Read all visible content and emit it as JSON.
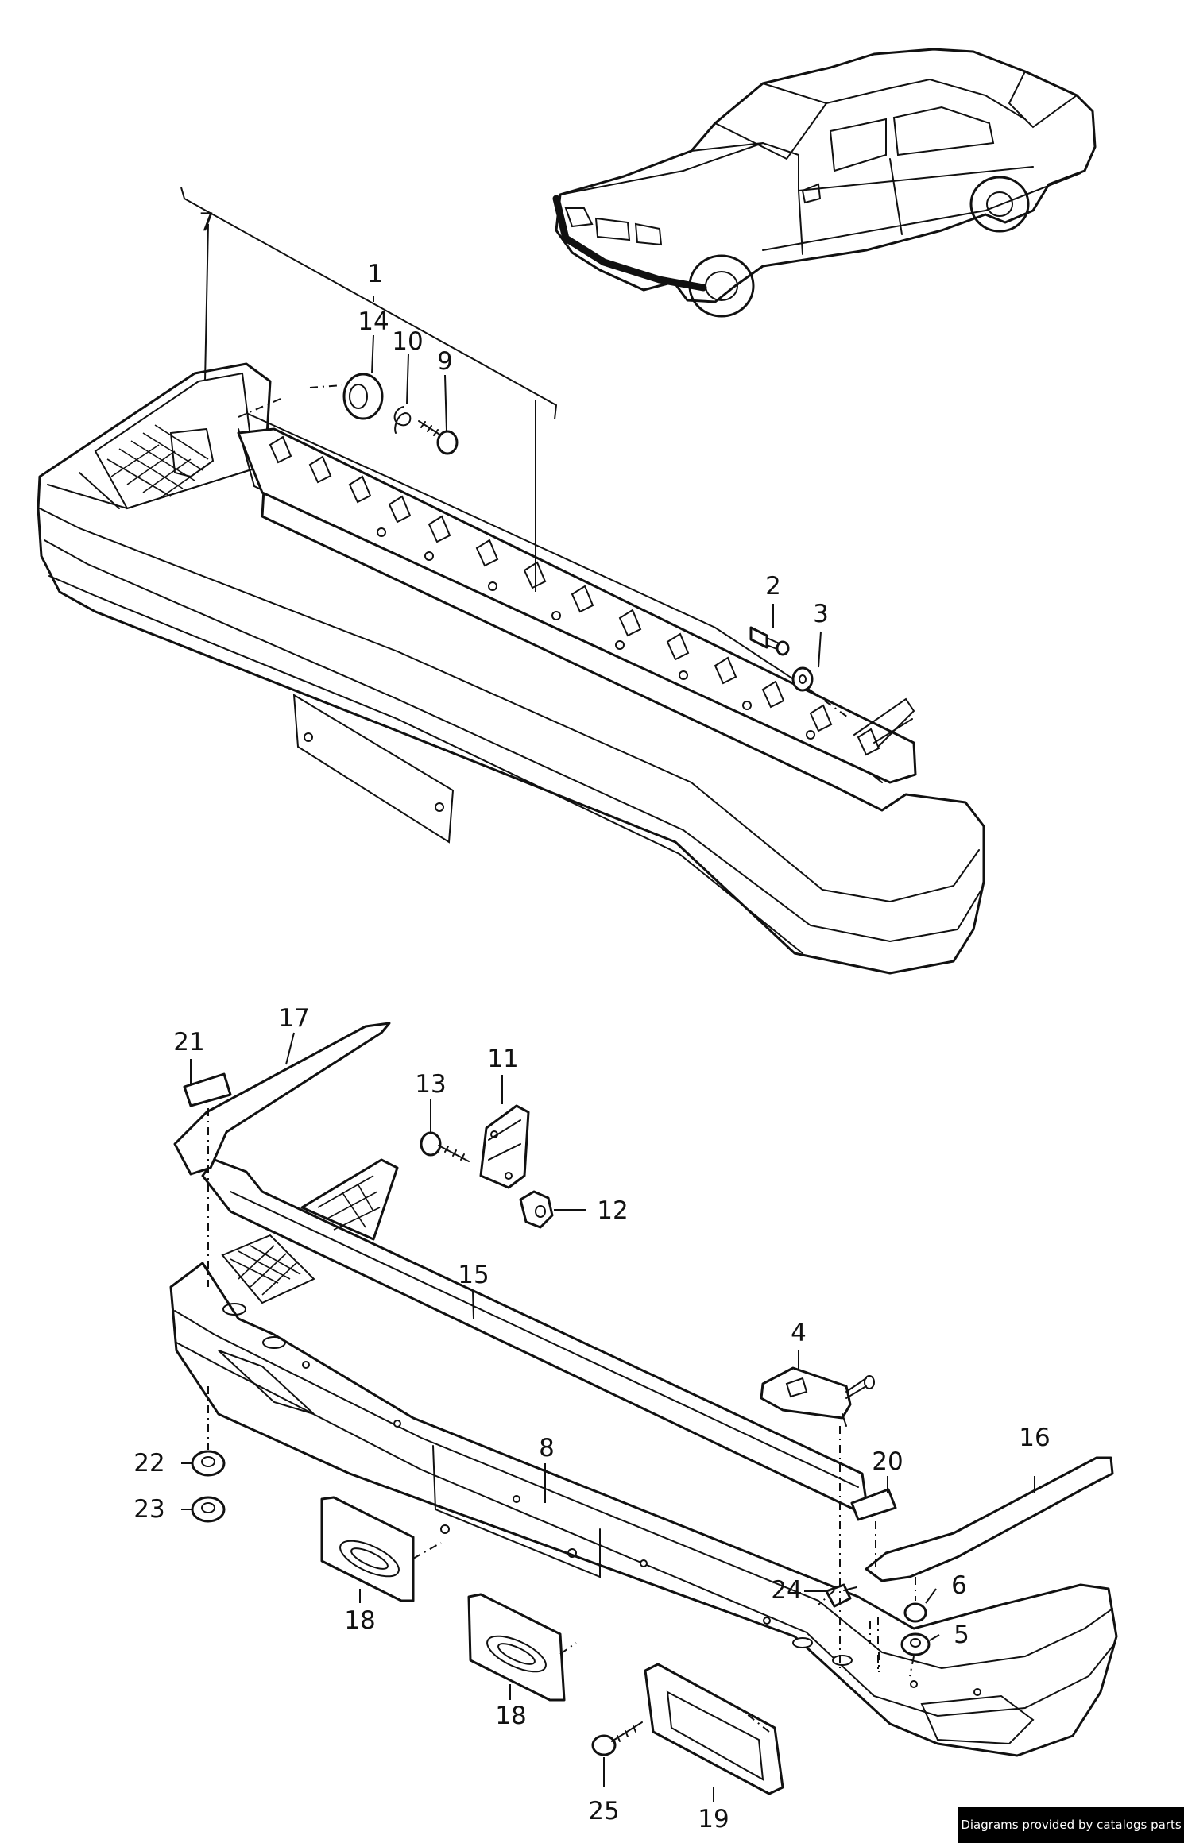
{
  "callouts": [
    {
      "id": "1",
      "label": "1"
    },
    {
      "id": "2",
      "label": "2"
    },
    {
      "id": "3",
      "label": "3"
    },
    {
      "id": "4",
      "label": "4"
    },
    {
      "id": "5",
      "label": "5"
    },
    {
      "id": "6",
      "label": "6"
    },
    {
      "id": "7",
      "label": "7"
    },
    {
      "id": "8",
      "label": "8"
    },
    {
      "id": "9",
      "label": "9"
    },
    {
      "id": "10",
      "label": "10"
    },
    {
      "id": "11",
      "label": "11"
    },
    {
      "id": "12",
      "label": "12"
    },
    {
      "id": "13",
      "label": "13"
    },
    {
      "id": "14",
      "label": "14"
    },
    {
      "id": "15",
      "label": "15"
    },
    {
      "id": "16",
      "label": "16"
    },
    {
      "id": "17",
      "label": "17"
    },
    {
      "id": "18a",
      "label": "18"
    },
    {
      "id": "18b",
      "label": "18"
    },
    {
      "id": "19",
      "label": "19"
    },
    {
      "id": "20",
      "label": "20"
    },
    {
      "id": "21",
      "label": "21"
    },
    {
      "id": "22",
      "label": "22"
    },
    {
      "id": "23",
      "label": "23"
    },
    {
      "id": "24",
      "label": "24"
    },
    {
      "id": "25",
      "label": "25"
    }
  ],
  "credit": {
    "text": "Diagrams provided by catalogs parts"
  }
}
